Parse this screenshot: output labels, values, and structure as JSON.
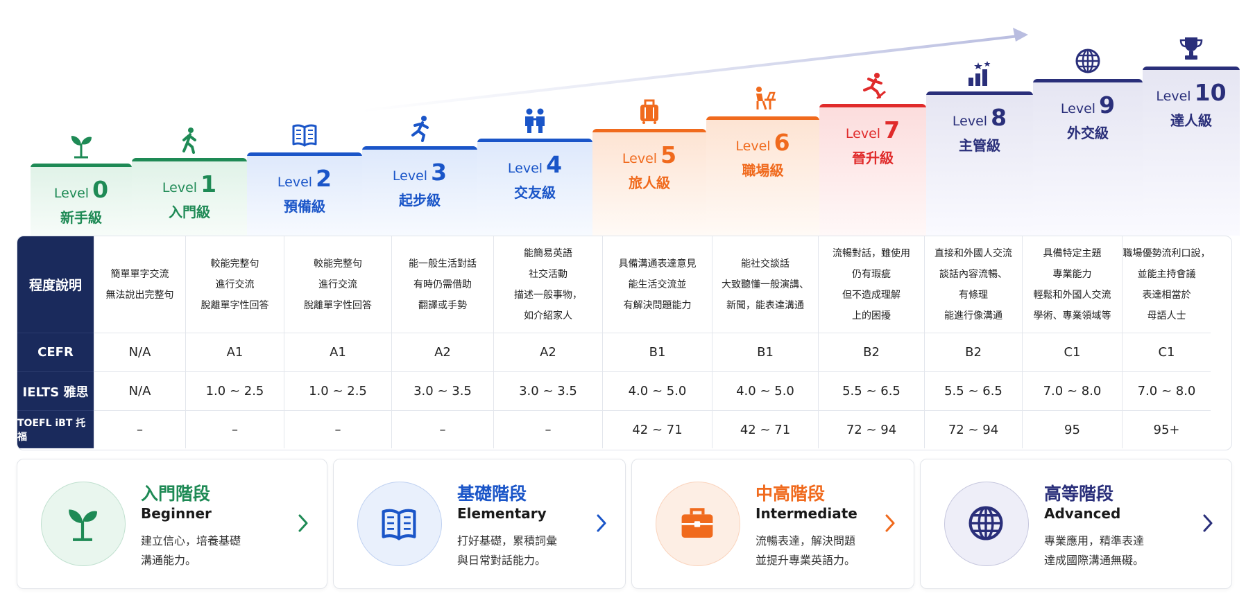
{
  "levels": [
    {
      "level": "0",
      "name": "新手級",
      "icon": "sprout-icon"
    },
    {
      "level": "1",
      "name": "入門級",
      "icon": "walking-person-icon"
    },
    {
      "level": "2",
      "name": "預備級",
      "icon": "open-book-icon"
    },
    {
      "level": "3",
      "name": "起步級",
      "icon": "running-person-icon"
    },
    {
      "level": "4",
      "name": "交友級",
      "icon": "two-people-icon"
    },
    {
      "level": "5",
      "name": "旅人級",
      "icon": "luggage-icon"
    },
    {
      "level": "6",
      "name": "職場級",
      "icon": "person-at-desk-icon"
    },
    {
      "level": "7",
      "name": "晉升級",
      "icon": "climbing-person-icon"
    },
    {
      "level": "8",
      "name": "主管級",
      "icon": "bar-chart-stars-icon"
    },
    {
      "level": "9",
      "name": "外交級",
      "icon": "globe-icon"
    },
    {
      "level": "10",
      "name": "達人級",
      "icon": "trophy-icon"
    }
  ],
  "level_word": "Level",
  "table": {
    "row_headers": [
      "程度說明",
      "CEFR",
      "IELTS 雅思",
      "TOEFL iBT 托福"
    ],
    "descriptions": [
      "簡單單字交流\n無法說出完整句",
      "較能完整句\n進行交流\n脫離單字性回答",
      "較能完整句\n進行交流\n脫離單字性回答",
      "能一般生活對話\n有時仍需借助\n翻譯或手勢",
      "能簡易英語\n社交活動\n描述一般事物，\n如介紹家人",
      "具備溝通表達意見\n能生活交流並\n有解決問題能力",
      "能社交談話\n大致聽懂一般演講、\n新聞，能表達溝通",
      "流暢對話，雖使用\n仍有瑕疵\n但不造成理解\n上的困擾",
      "直接和外國人交流\n談話內容流暢、\n有條理\n能進行像溝通",
      "具備特定主題\n專業能力\n輕鬆和外國人交流\n學術、專業領域等",
      "職場優勢流利口說，\n並能主持會議\n表達相當於\n母語人士"
    ],
    "cefr": [
      "N/A",
      "A1",
      "A1",
      "A2",
      "A2",
      "B1",
      "B1",
      "B2",
      "B2",
      "C1",
      "C1"
    ],
    "ielts": [
      "N/A",
      "1.0 ~ 2.5",
      "1.0 ~ 2.5",
      "3.0 ~ 3.5",
      "3.0 ~ 3.5",
      "4.0 ~ 5.0",
      "4.0 ~ 5.0",
      "5.5 ~ 6.5",
      "5.5 ~ 6.5",
      "7.0 ~ 8.0",
      "7.0 ~ 8.0"
    ],
    "toefl": [
      "–",
      "–",
      "–",
      "–",
      "–",
      "42 ~ 71",
      "42 ~ 71",
      "72 ~ 94",
      "72 ~ 94",
      "95",
      "95+"
    ]
  },
  "stages": [
    {
      "title": "入門階段",
      "subtitle": "Beginner",
      "line1": "建立信心，培養基礎",
      "line2": "溝通能力。",
      "icon": "sprout-icon",
      "color": "#1e8a55",
      "circle": "#e9f6ee"
    },
    {
      "title": "基礎階段",
      "subtitle": "Elementary",
      "line1": "打好基礎，累積詞彙",
      "line2": "與日常對話能力。",
      "icon": "open-book-icon",
      "color": "#1a55c8",
      "circle": "#e9f0fc"
    },
    {
      "title": "中高階段",
      "subtitle": "Intermediate",
      "line1": "流暢表達，解決問題",
      "line2": "並提升專業英語力。",
      "icon": "briefcase-icon",
      "color": "#f06a1d",
      "circle": "#fdeee4"
    },
    {
      "title": "高等階段",
      "subtitle": "Advanced",
      "line1": "專業應用，精準表達",
      "line2": "達成國際溝通無礙。",
      "icon": "globe-icon",
      "color": "#2a2f7a",
      "circle": "#eeeef8"
    }
  ],
  "colors": {
    "green": "#1e8a55",
    "blue": "#1a55c8",
    "orange": "#f06a1d",
    "red": "#e02b2b",
    "navy": "#2a2f7a",
    "header": "#1a2a5c"
  }
}
